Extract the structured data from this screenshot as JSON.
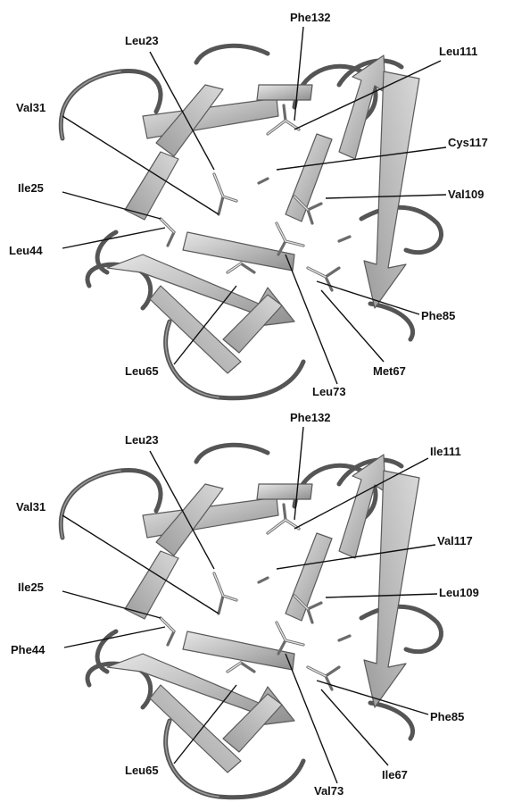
{
  "panels": [
    {
      "id": "top",
      "labels": [
        {
          "key": "phe132",
          "text": "Phe132"
        },
        {
          "key": "leu23",
          "text": "Leu23"
        },
        {
          "key": "leu111",
          "text": "Leu111"
        },
        {
          "key": "val31",
          "text": "Val31"
        },
        {
          "key": "cys117",
          "text": "Cys117"
        },
        {
          "key": "ile25",
          "text": "Ile25"
        },
        {
          "key": "val109",
          "text": "Val109"
        },
        {
          "key": "leu44",
          "text": "Leu44"
        },
        {
          "key": "phe85",
          "text": "Phe85"
        },
        {
          "key": "leu65",
          "text": "Leu65"
        },
        {
          "key": "met67",
          "text": "Met67"
        },
        {
          "key": "leu73",
          "text": "Leu73"
        }
      ]
    },
    {
      "id": "bottom",
      "labels": [
        {
          "key": "phe132",
          "text": "Phe132"
        },
        {
          "key": "leu23",
          "text": "Leu23"
        },
        {
          "key": "ile111",
          "text": "Ile111"
        },
        {
          "key": "val31",
          "text": "Val31"
        },
        {
          "key": "val117",
          "text": "Val117"
        },
        {
          "key": "ile25",
          "text": "Ile25"
        },
        {
          "key": "leu109",
          "text": "Leu109"
        },
        {
          "key": "phe44",
          "text": "Phe44"
        },
        {
          "key": "phe85",
          "text": "Phe85"
        },
        {
          "key": "leu65",
          "text": "Leu65"
        },
        {
          "key": "ile67",
          "text": "Ile67"
        },
        {
          "key": "val73",
          "text": "Val73"
        }
      ]
    }
  ],
  "colors": {
    "background": "#ffffff",
    "ribbon": "#bdbdbd",
    "ribbon_outline": "#5a5a5a",
    "loop": "#555555",
    "text": "#111111"
  }
}
